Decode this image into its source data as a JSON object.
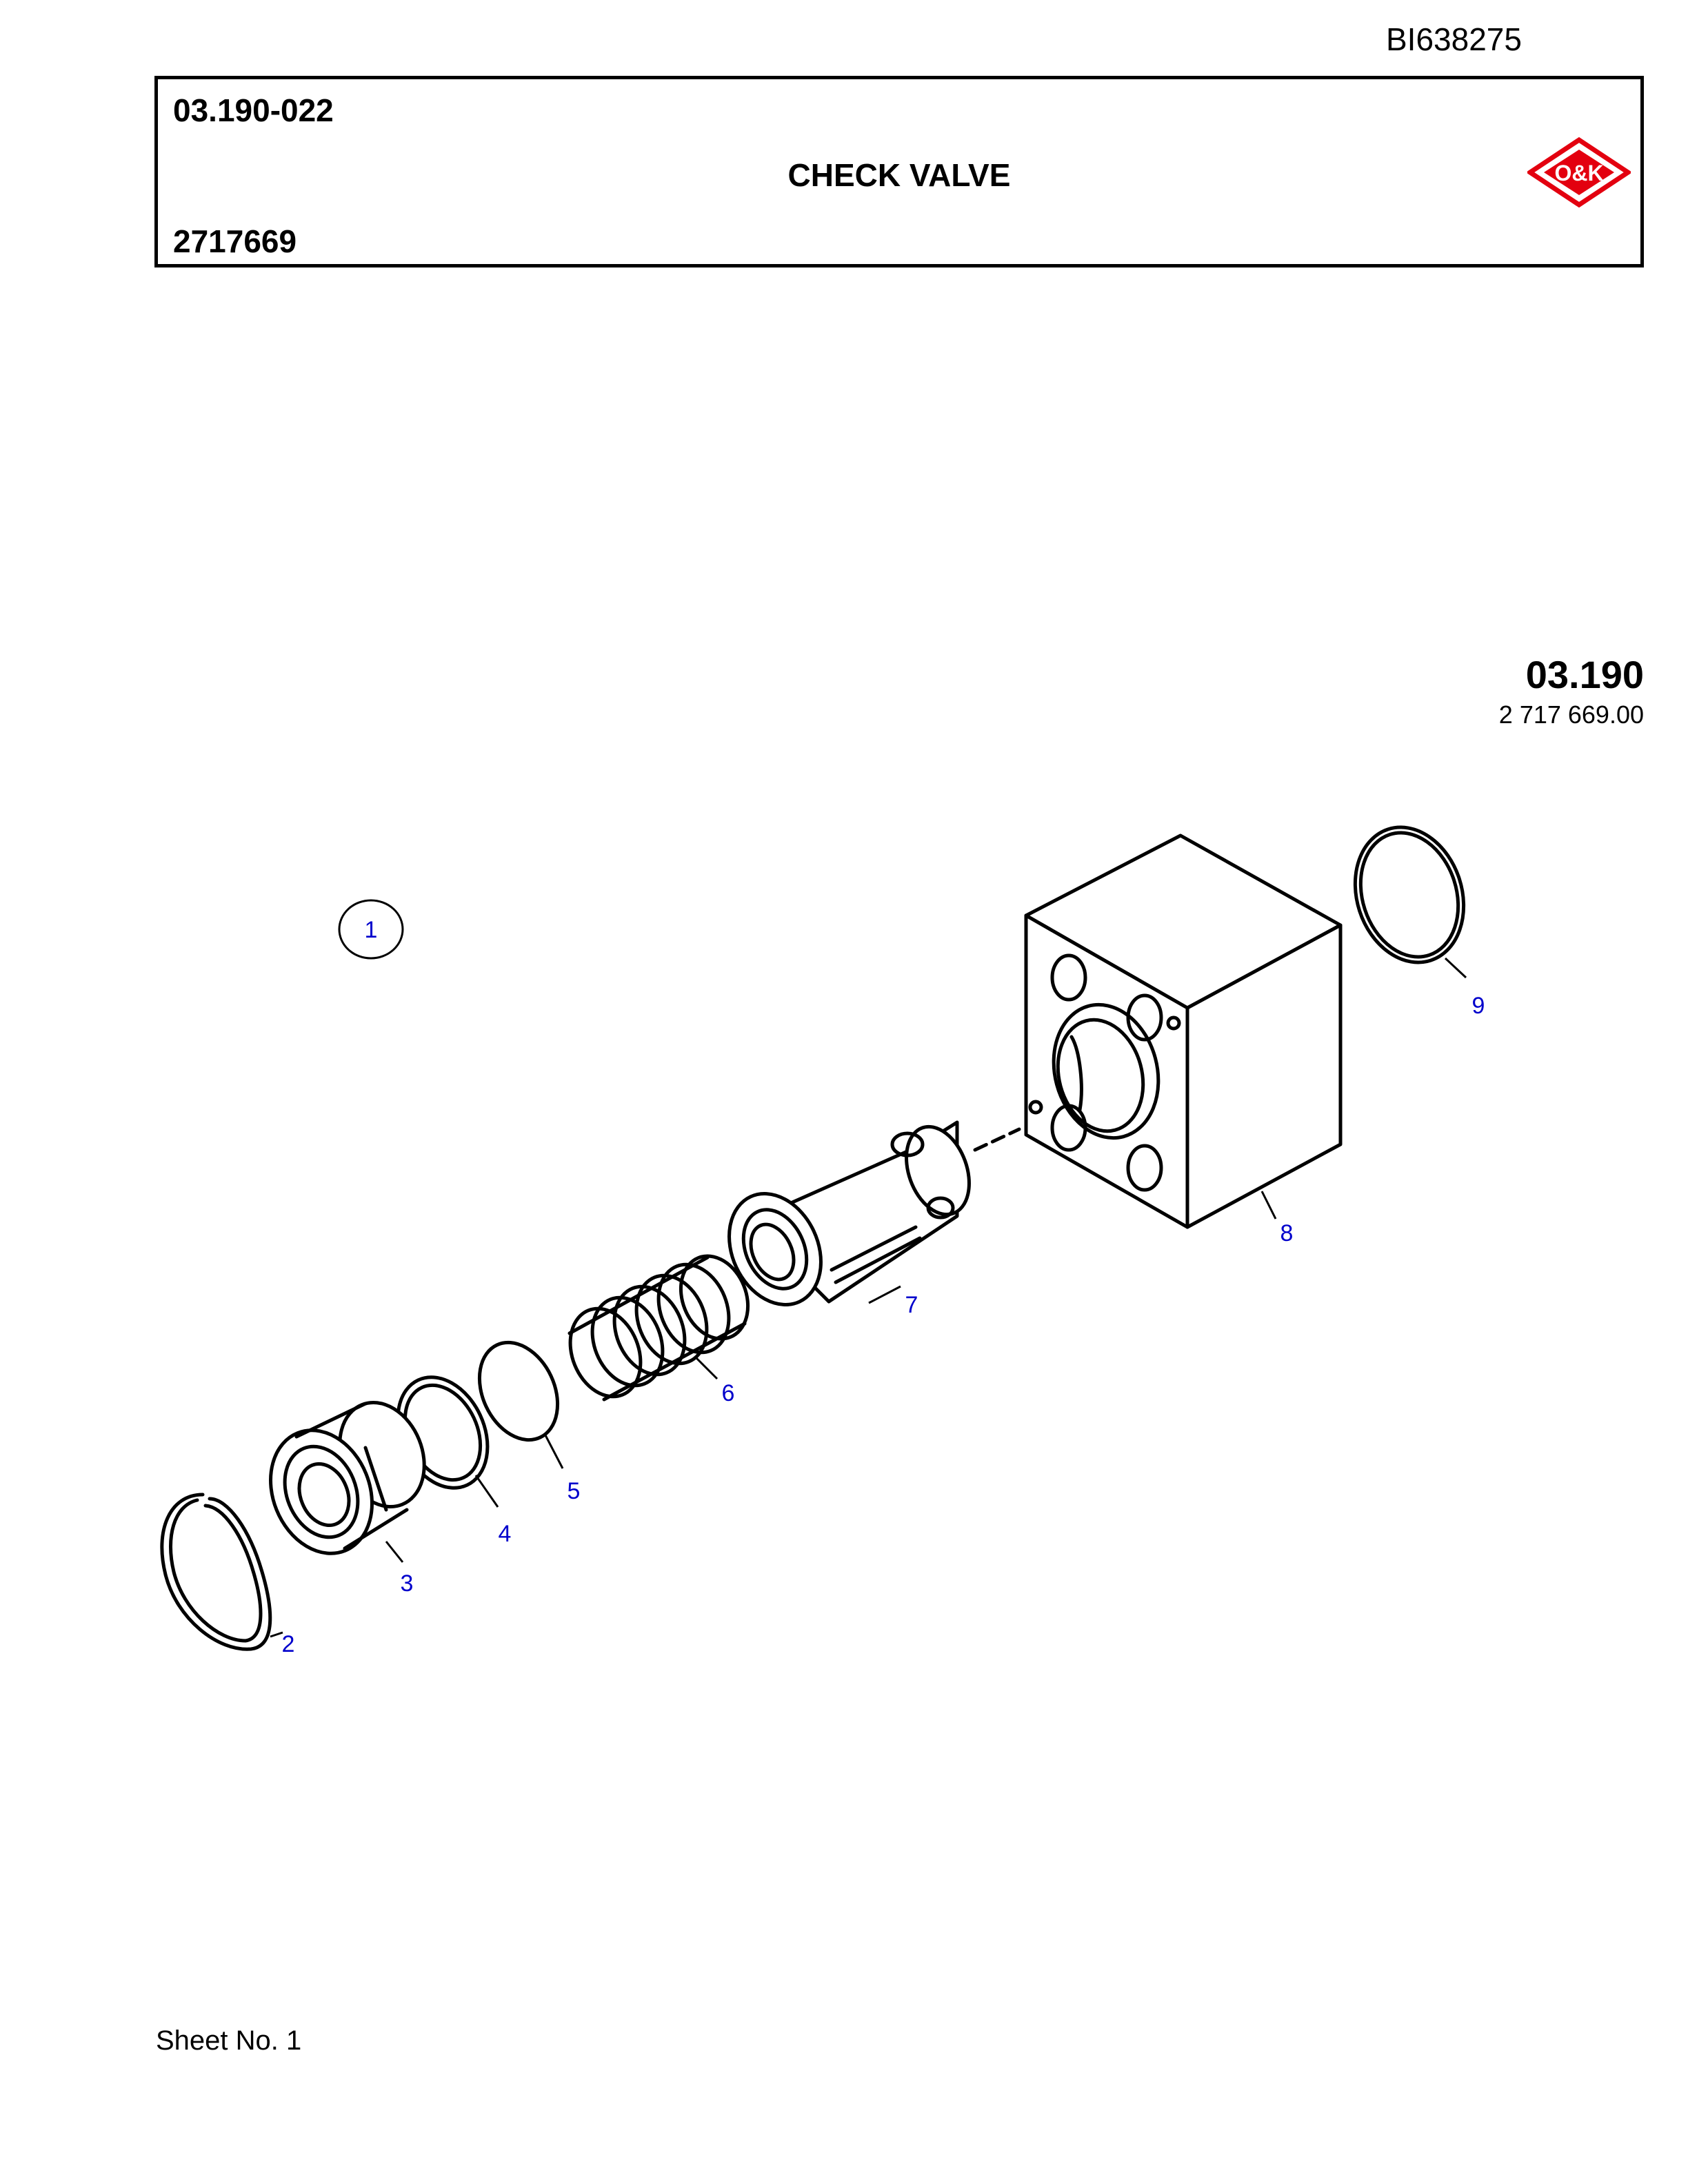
{
  "doc_id": "BI638275",
  "header": {
    "code": "03.190-022",
    "title": "CHECK VALVE",
    "part_number": "2717669",
    "logo_text": "O&K",
    "logo_color": "#e3000f"
  },
  "group": {
    "code": "03.190",
    "part_number": "2 717 669.00"
  },
  "callouts": [
    "1",
    "2",
    "3",
    "4",
    "5",
    "6",
    "7",
    "8",
    "9"
  ],
  "footer": {
    "sheet": "Sheet No.",
    "sheet_number": "1"
  }
}
